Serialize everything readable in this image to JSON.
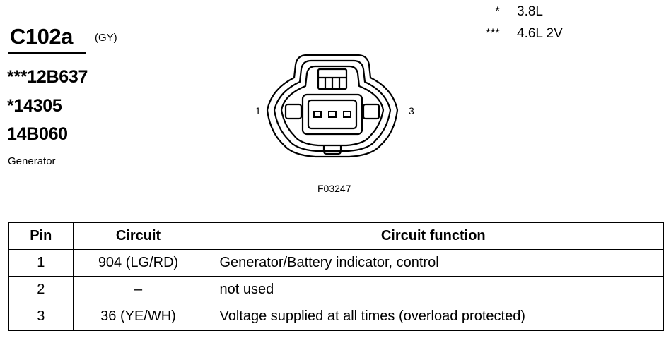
{
  "connector": {
    "name": "C102a",
    "color_code": "(GY)",
    "part_numbers": [
      "***12B637",
      "*14305",
      "14B060"
    ],
    "description": "Generator",
    "figure_ref": "F03247",
    "pin_label_left": "1",
    "pin_label_right": "3"
  },
  "legend": [
    {
      "symbol": "*",
      "text": "3.8L"
    },
    {
      "symbol": "***",
      "text": "4.6L 2V"
    }
  ],
  "pin_table": {
    "headers": {
      "pin": "Pin",
      "circuit": "Circuit",
      "function": "Circuit function"
    },
    "rows": [
      {
        "pin": "1",
        "circuit": "904 (LG/RD)",
        "function": "Generator/Battery indicator, control"
      },
      {
        "pin": "2",
        "circuit": "–",
        "function": "not used"
      },
      {
        "pin": "3",
        "circuit": "36 (YE/WH)",
        "function": "Voltage supplied at all times (overload protected)"
      }
    ]
  }
}
